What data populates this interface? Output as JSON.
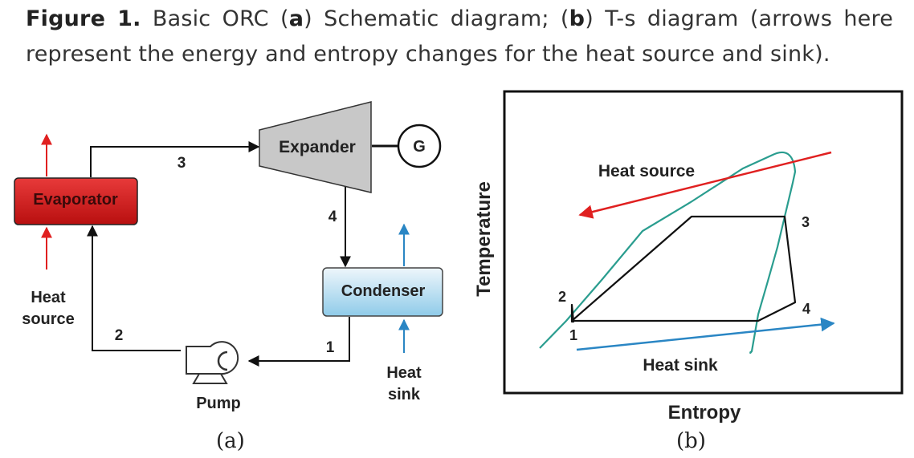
{
  "caption": {
    "figure_label": "Figure 1.",
    "t1": " Basic ORC (",
    "a": "a",
    "t2": ") Schematic diagram; (",
    "b": "b",
    "t3": ") T-s diagram (arrows here represent the energy and entropy changes for the heat source and sink)."
  },
  "schematic": {
    "evaporator": "Evaporator",
    "expander": "Expander",
    "generator": "G",
    "condenser": "Condenser",
    "pump": "Pump",
    "heat_source_1": "Heat",
    "heat_source_2": "source",
    "heat_sink_1": "Heat",
    "heat_sink_2": "sink",
    "state_1": "1",
    "state_2": "2",
    "state_3": "3",
    "state_4": "4",
    "colors": {
      "evaporator": "#d91f1f",
      "condenser": "#a9d6ee",
      "expander": "#c8c8c8",
      "hot_arrow": "#e02020",
      "cold_arrow": "#2a86c4"
    }
  },
  "ts_diagram": {
    "xlabel": "Entropy",
    "ylabel": "Temperature",
    "heat_source": "Heat source",
    "heat_sink": "Heat sink",
    "point_1": "1",
    "point_2": "2",
    "point_3": "3",
    "point_4": "4",
    "colors": {
      "saturation_curve": "#2a9d8f",
      "heat_source": "#e02020",
      "heat_sink": "#2a86c4",
      "cycle": "#111111"
    }
  },
  "sublabels": {
    "a": "(a)",
    "b": "(b)"
  }
}
